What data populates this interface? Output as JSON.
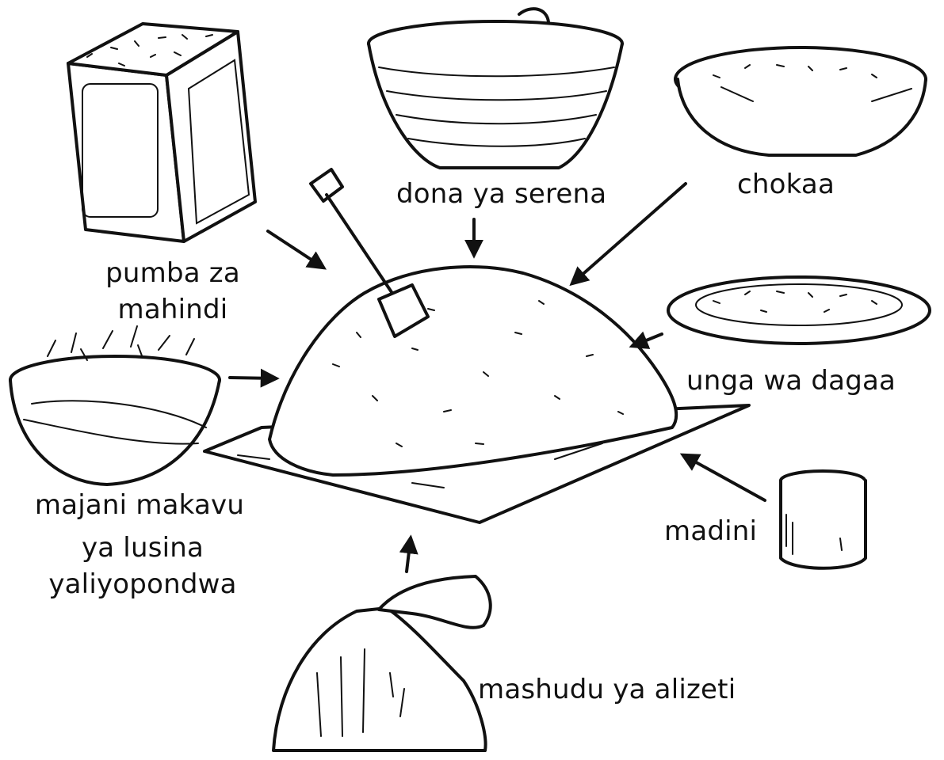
{
  "labels": {
    "pumba": [
      "pumba za",
      "mahindi"
    ],
    "dona": "dona ya serena",
    "chokaa": "chokaa",
    "unga": "unga wa dagaa",
    "majani": [
      "majani makavu",
      "ya lusina",
      "yaliyopondwa"
    ],
    "madini": "madini",
    "mashudu": "mashudu ya alizeti"
  },
  "colors": {
    "ink": "#111111",
    "paper": "#ffffff"
  }
}
